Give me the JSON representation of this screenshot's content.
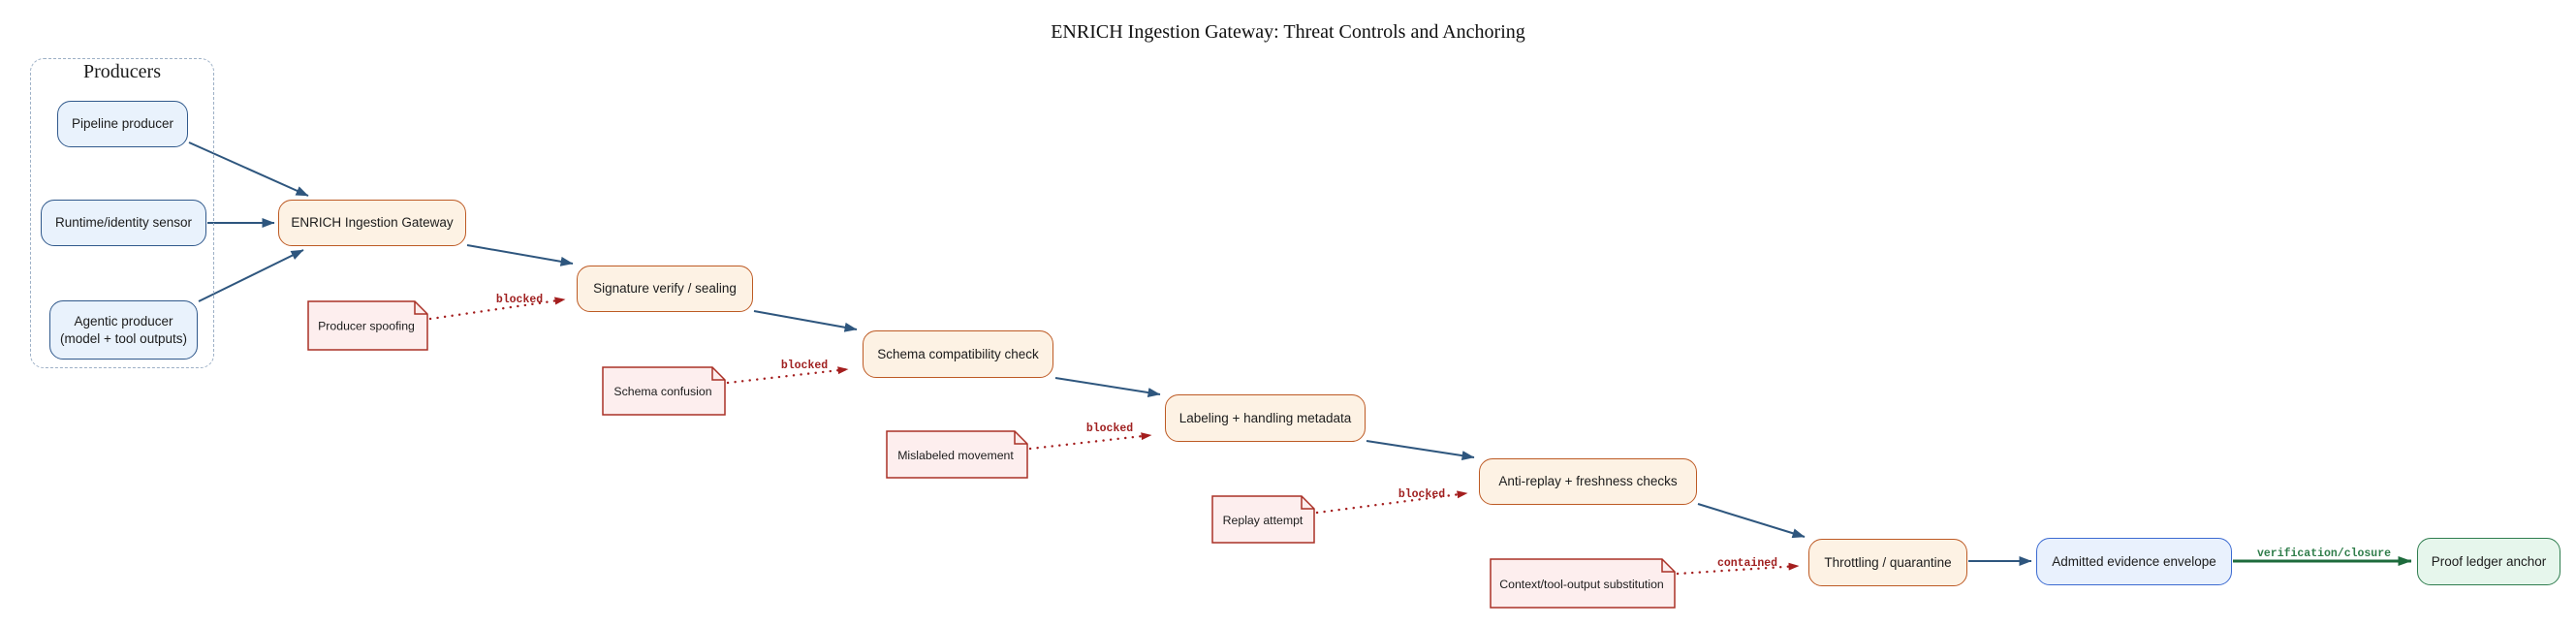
{
  "title": "ENRICH Ingestion Gateway: Threat Controls and Anchoring",
  "cluster": {
    "label": "Producers"
  },
  "nodes": {
    "pipeline": {
      "label": "Pipeline producer"
    },
    "runtime": {
      "label": "Runtime/identity sensor"
    },
    "agentic": {
      "line1": "Agentic producer",
      "line2": "(model + tool outputs)"
    },
    "gateway": {
      "label": "ENRICH Ingestion Gateway"
    },
    "signature": {
      "label": "Signature verify / sealing"
    },
    "schema": {
      "label": "Schema compatibility check"
    },
    "labeling": {
      "label": "Labeling + handling metadata"
    },
    "antireplay": {
      "label": "Anti-replay + freshness checks"
    },
    "throttling": {
      "label": "Throttling / quarantine"
    },
    "envelope": {
      "label": "Admitted evidence envelope"
    },
    "anchor": {
      "label": "Proof ledger anchor"
    }
  },
  "threat_notes": {
    "spoofing": {
      "label": "Producer spoofing"
    },
    "confusion": {
      "label": "Schema confusion"
    },
    "mislabeled": {
      "label": "Mislabeled movement"
    },
    "replay": {
      "label": "Replay attempt"
    },
    "substitution": {
      "label": "Context/tool-output substitution"
    }
  },
  "threat_edges": [
    {
      "label": "blocked"
    },
    {
      "label": "blocked"
    },
    {
      "label": "blocked"
    },
    {
      "label": "blocked"
    },
    {
      "label": "contained"
    }
  ],
  "flow_edge_label": "verification/closure",
  "colors": {
    "producer_fill": "#e9f2fc",
    "producer_border": "#30598c",
    "control_fill": "#fdf2e4",
    "control_border": "#bd5a24",
    "envelope_fill": "#e9f1fd",
    "envelope_border": "#3b6ad1",
    "anchor_fill": "#e6f6ec",
    "anchor_border": "#2f7d4f",
    "note_fill": "#fdeeee",
    "note_border": "#aa3026",
    "flow_arrow": "#2e567e",
    "threat_arrow": "#a41e1e",
    "verify_arrow": "#1d6b3c",
    "cluster_border": "#9db0c6"
  }
}
